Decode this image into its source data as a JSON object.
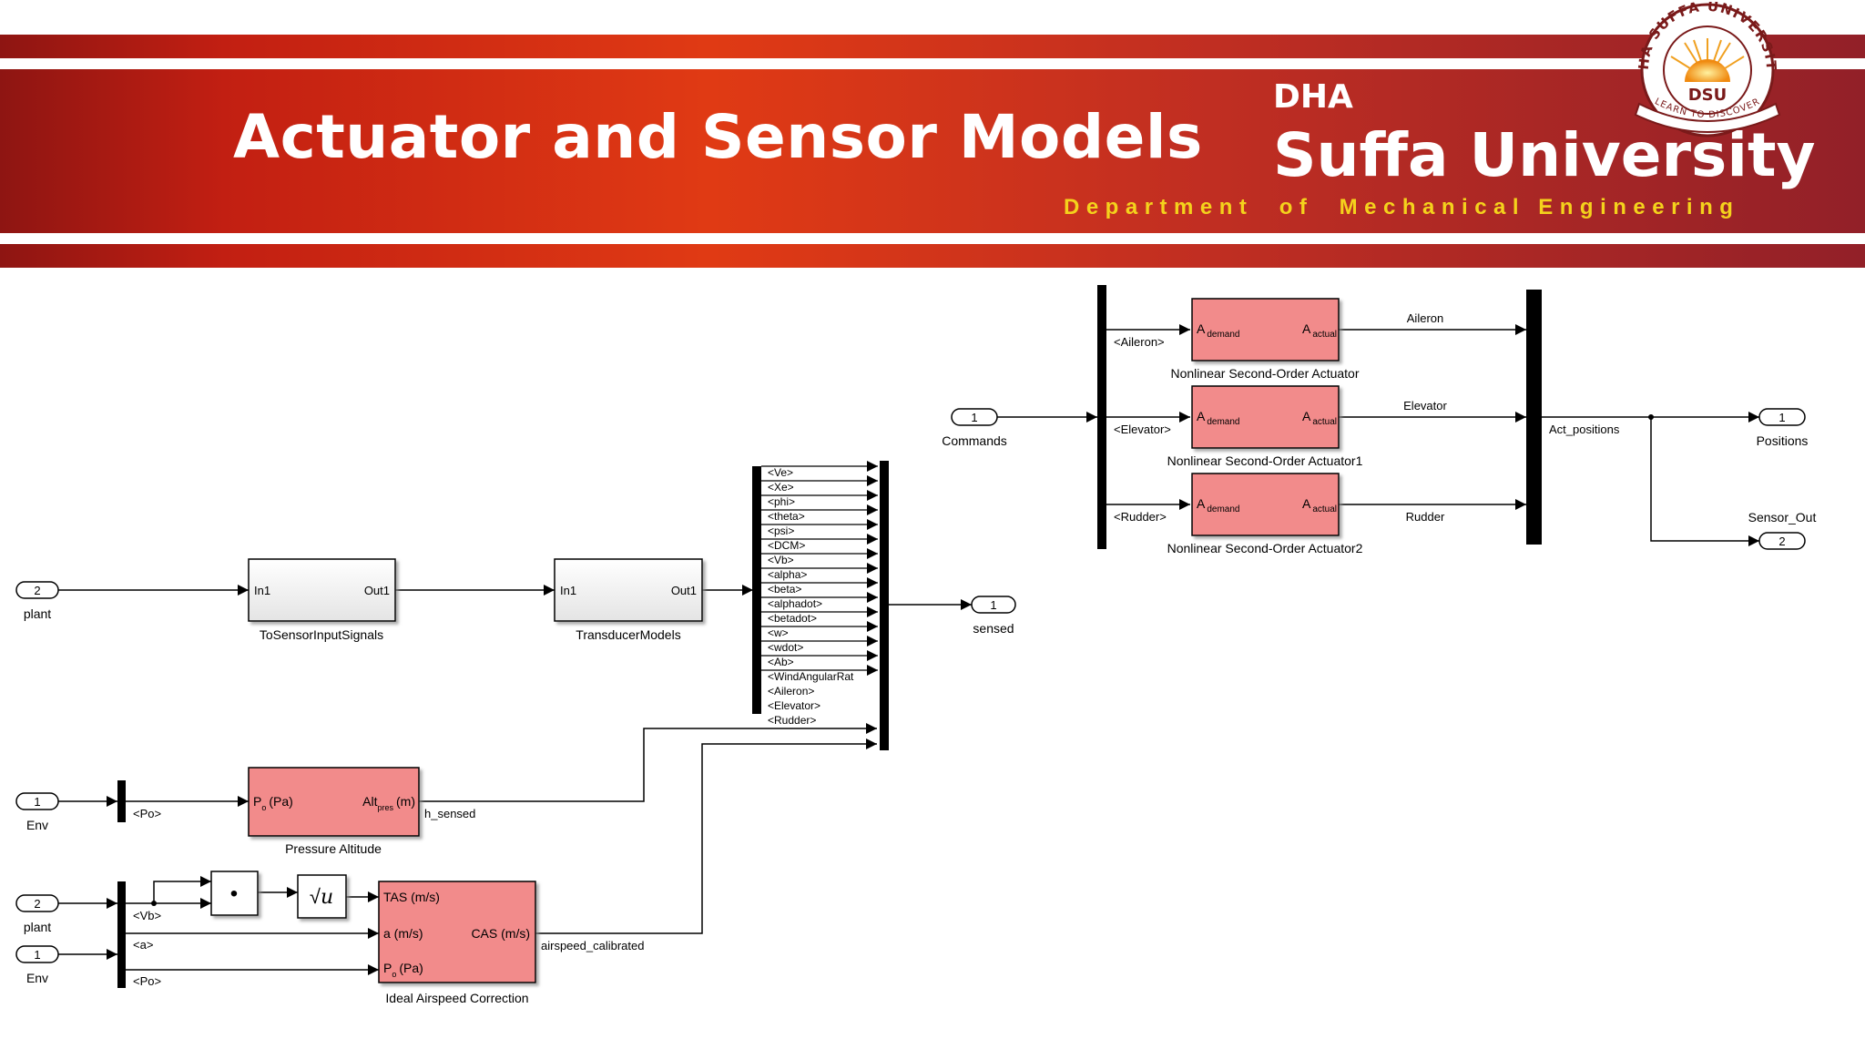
{
  "header": {
    "title": "Actuator and Sensor Models",
    "university_prefix": "DHA",
    "university_name": "Suffa University",
    "department": "Department  of  Mechanical Engineering",
    "logo": {
      "icon": "university-seal-icon",
      "ring_text": "DHA SUFFA UNIVERSITY",
      "abbr": "DSU",
      "motto": "LEARN TO DISCOVER"
    },
    "colors": {
      "banner_dark": "#8e1512",
      "banner_bright": "#e03a14",
      "department_text": "#f4d21c"
    }
  },
  "diagram": {
    "colors": {
      "block_fill": "#f28b8b",
      "line": "#000000"
    },
    "ports": {
      "plant_in": {
        "num": "2",
        "label": "plant"
      },
      "env_in": {
        "num": "1",
        "label": "Env"
      },
      "plant_in2": {
        "num": "2",
        "label": "plant"
      },
      "env_in2": {
        "num": "1",
        "label": "Env"
      },
      "commands_in": {
        "num": "1",
        "label": "Commands"
      },
      "sensed_out": {
        "num": "1",
        "label": "sensed"
      },
      "positions_out": {
        "num": "1",
        "label": "Positions"
      },
      "sensor_out": {
        "num": "2",
        "label": "Sensor_Out"
      }
    },
    "subsystems": {
      "to_sensor": {
        "in": "In1",
        "out": "Out1",
        "label": "ToSensorInputSignals"
      },
      "transducer": {
        "in": "In1",
        "out": "Out1",
        "label": "TransducerModels"
      }
    },
    "pressure_altitude": {
      "in_main": "P",
      "in_sub": "o",
      "in_unit": "(Pa)",
      "out_main": "Alt",
      "out_sub": "pres",
      "out_unit": "(m)",
      "label": "Pressure Altitude"
    },
    "airspeed": {
      "in_tas": "TAS (m/s)",
      "in_a": "a (m/s)",
      "in_p_main": "P",
      "in_p_sub": "o",
      "in_p_unit": "(Pa)",
      "out": "CAS (m/s)",
      "label": "Ideal Airspeed Correction"
    },
    "dot_product": {
      "symbol": "•"
    },
    "sqrt": {
      "symbol": "√",
      "var": "u"
    },
    "actuators": [
      {
        "in_main": "A",
        "in_sub": "demand",
        "out_main": "A",
        "out_sub": "actual",
        "label": "Nonlinear Second-Order Actuator",
        "in_signal": "<Aileron>",
        "out_signal": "Aileron"
      },
      {
        "in_main": "A",
        "in_sub": "demand",
        "out_main": "A",
        "out_sub": "actual",
        "label": "Nonlinear Second-Order Actuator1",
        "in_signal": "<Elevator>",
        "out_signal": "Elevator"
      },
      {
        "in_main": "A",
        "in_sub": "demand",
        "out_main": "A",
        "out_sub": "actual",
        "label": "Nonlinear Second-Order Actuator2",
        "in_signal": "<Rudder>",
        "out_signal": "Rudder"
      }
    ],
    "bus_signals": [
      "<Ve>",
      "<Xe>",
      "<phi>",
      "<theta>",
      "<psi>",
      "<DCM>",
      "<Vb>",
      "<alpha>",
      "<beta>",
      "<alphadot>",
      "<betadot>",
      "<w>",
      "<wdot>",
      "<Ab>",
      "<WindAngularRat",
      "<Aileron>",
      "<Elevator>",
      "<Rudder>"
    ],
    "signals": {
      "po": "<Po>",
      "vb": "<Vb>",
      "a": "<a>",
      "po2": "<Po>",
      "h_sensed": "h_sensed",
      "airspeed_calibrated": "airspeed_calibrated",
      "act_positions": "Act_positions"
    }
  }
}
